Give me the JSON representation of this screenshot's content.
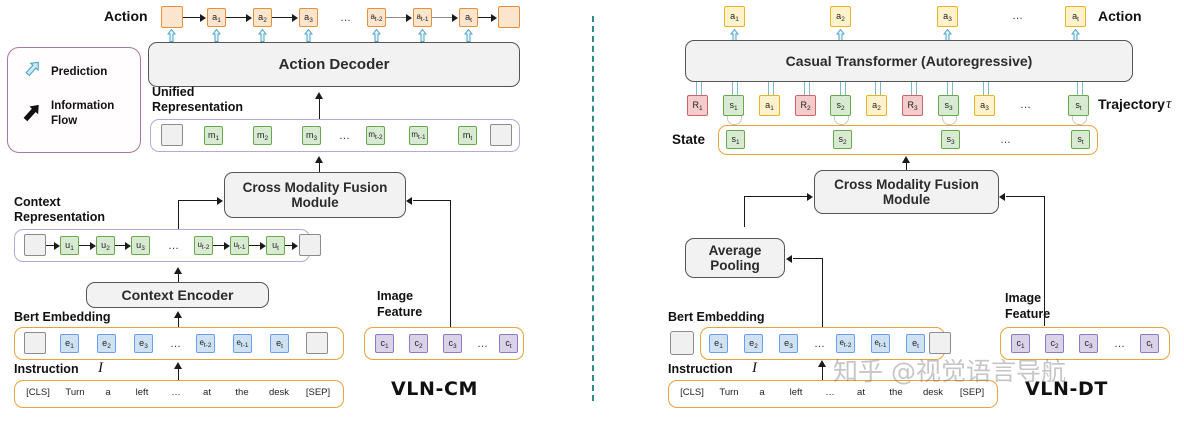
{
  "figure": {
    "title": "VLN-CM and VLN-DT architecture comparison",
    "watermark": "知乎 @视觉语言导航",
    "divider": "vertical-dashed-divider"
  },
  "legend": {
    "items": [
      {
        "icon": "prediction-arrow-icon",
        "label": "Prediction",
        "color": "#4aa3c7"
      },
      {
        "icon": "information-flow-arrow-icon",
        "label": "Information\nFlow",
        "color": "#111111"
      }
    ],
    "prediction_label": "Prediction",
    "information_flow_label_line1": "Information",
    "information_flow_label_line2": "Flow",
    "border_color": "#a9789e"
  },
  "left": {
    "model_name": "VLN-CM",
    "action_label": "Action",
    "action_tokens": [
      "",
      "a₁",
      "a₂",
      "a₃",
      "…",
      "a t-2",
      "a t-1",
      "a t",
      ""
    ],
    "action_sequence": [
      {
        "text": "",
        "sub": "",
        "type": "cap"
      },
      {
        "text": "a",
        "sub": "1",
        "type": "token"
      },
      {
        "text": "a",
        "sub": "2",
        "type": "token"
      },
      {
        "text": "a",
        "sub": "3",
        "type": "token"
      },
      {
        "text": "…",
        "sub": "",
        "type": "ellipsis"
      },
      {
        "text": "a",
        "sub": "t-2",
        "type": "token"
      },
      {
        "text": "a",
        "sub": "t-1",
        "type": "token"
      },
      {
        "text": "a",
        "sub": "t",
        "type": "token"
      },
      {
        "text": "",
        "sub": "",
        "type": "cap"
      }
    ],
    "action_decoder_label": "Action Decoder",
    "unified_label_line1": "Unified",
    "unified_label_line2": "Representation",
    "unified_sequence": [
      {
        "text": "",
        "sub": "",
        "type": "blank"
      },
      {
        "text": "m",
        "sub": "1",
        "type": "token"
      },
      {
        "text": "m",
        "sub": "2",
        "type": "token"
      },
      {
        "text": "m",
        "sub": "3",
        "type": "token"
      },
      {
        "text": "…",
        "sub": "",
        "type": "ellipsis"
      },
      {
        "text": "m",
        "sub": "t-2",
        "type": "token"
      },
      {
        "text": "m",
        "sub": "t-1",
        "type": "token"
      },
      {
        "text": "m",
        "sub": "t",
        "type": "token"
      },
      {
        "text": "",
        "sub": "",
        "type": "blank"
      }
    ],
    "fusion_label_line1": "Cross Modality Fusion",
    "fusion_label_line2": "Module",
    "context_label_line1": "Context",
    "context_label_line2": "Representation",
    "context_sequence": [
      {
        "text": "",
        "sub": "",
        "type": "blank"
      },
      {
        "text": "u",
        "sub": "1",
        "type": "token"
      },
      {
        "text": "u",
        "sub": "2",
        "type": "token"
      },
      {
        "text": "u",
        "sub": "3",
        "type": "token"
      },
      {
        "text": "…",
        "sub": "",
        "type": "ellipsis"
      },
      {
        "text": "u",
        "sub": "t-2",
        "type": "token"
      },
      {
        "text": "u",
        "sub": "t-1",
        "type": "token"
      },
      {
        "text": "u",
        "sub": "t",
        "type": "token"
      },
      {
        "text": "",
        "sub": "",
        "type": "blank"
      }
    ],
    "context_encoder_label": "Context Encoder",
    "bert_label": "Bert Embedding",
    "bert_sequence": [
      {
        "text": "",
        "sub": "",
        "type": "blank"
      },
      {
        "text": "e",
        "sub": "1",
        "type": "token"
      },
      {
        "text": "e",
        "sub": "2",
        "type": "token"
      },
      {
        "text": "e",
        "sub": "3",
        "type": "token"
      },
      {
        "text": "…",
        "sub": "",
        "type": "ellipsis"
      },
      {
        "text": "e",
        "sub": "t-2",
        "type": "token"
      },
      {
        "text": "e",
        "sub": "t-1",
        "type": "token"
      },
      {
        "text": "e",
        "sub": "t",
        "type": "token"
      },
      {
        "text": "",
        "sub": "",
        "type": "blank"
      }
    ],
    "instruction_label": "Instruction",
    "instruction_symbol": "I",
    "instruction_tokens": [
      "[CLS]",
      "Turn",
      "a",
      "left",
      "…",
      "at",
      "the",
      "desk",
      "[SEP]"
    ],
    "image_feature_line1": "Image",
    "image_feature_line2": "Feature",
    "image_sequence": [
      {
        "text": "c",
        "sub": "1",
        "type": "token"
      },
      {
        "text": "c",
        "sub": "2",
        "type": "token"
      },
      {
        "text": "c",
        "sub": "3",
        "type": "token"
      },
      {
        "text": "…",
        "sub": "",
        "type": "ellipsis"
      },
      {
        "text": "c",
        "sub": "t",
        "type": "token"
      }
    ]
  },
  "right": {
    "model_name": "VLN-DT",
    "action_label": "Action",
    "action_sequence": [
      {
        "text": "a",
        "sub": "1",
        "type": "token"
      },
      {
        "text": "a",
        "sub": "2",
        "type": "token"
      },
      {
        "text": "a",
        "sub": "3",
        "type": "token"
      },
      {
        "text": "…",
        "sub": "",
        "type": "ellipsis"
      },
      {
        "text": "a",
        "sub": "t",
        "type": "token"
      }
    ],
    "transformer_label": "Casual Transformer (Autoregressive)",
    "trajectory_label": "Trajectory",
    "trajectory_symbol": "τ",
    "trajectory_sequence": [
      {
        "text": "R",
        "sub": "1",
        "kind": "return"
      },
      {
        "text": "s",
        "sub": "1",
        "kind": "state"
      },
      {
        "text": "a",
        "sub": "1",
        "kind": "action"
      },
      {
        "text": "R",
        "sub": "2",
        "kind": "return"
      },
      {
        "text": "s",
        "sub": "2",
        "kind": "state"
      },
      {
        "text": "a",
        "sub": "2",
        "kind": "action"
      },
      {
        "text": "R",
        "sub": "3",
        "kind": "return"
      },
      {
        "text": "s",
        "sub": "3",
        "kind": "state"
      },
      {
        "text": "a",
        "sub": "3",
        "kind": "action"
      },
      {
        "text": "…",
        "sub": "",
        "kind": "ellipsis"
      },
      {
        "text": "s",
        "sub": "t",
        "kind": "state"
      }
    ],
    "state_label": "State",
    "state_sequence": [
      {
        "text": "s",
        "sub": "1",
        "type": "token"
      },
      {
        "text": "s",
        "sub": "2",
        "type": "token"
      },
      {
        "text": "s",
        "sub": "3",
        "type": "token"
      },
      {
        "text": "…",
        "sub": "",
        "type": "ellipsis"
      },
      {
        "text": "s",
        "sub": "t",
        "type": "token"
      }
    ],
    "fusion_label_line1": "Cross Modality Fusion",
    "fusion_label_line2": "Module",
    "avg_pool_line1": "Average",
    "avg_pool_line2": "Pooling",
    "bert_label": "Bert Embedding",
    "bert_sequence": [
      {
        "text": "",
        "sub": "",
        "type": "blank"
      },
      {
        "text": "e",
        "sub": "1",
        "type": "token"
      },
      {
        "text": "e",
        "sub": "2",
        "type": "token"
      },
      {
        "text": "e",
        "sub": "3",
        "type": "token"
      },
      {
        "text": "…",
        "sub": "",
        "type": "ellipsis"
      },
      {
        "text": "e",
        "sub": "t-2",
        "type": "token"
      },
      {
        "text": "e",
        "sub": "t-1",
        "type": "token"
      },
      {
        "text": "e",
        "sub": "t",
        "type": "token"
      },
      {
        "text": "",
        "sub": "",
        "type": "blank"
      }
    ],
    "instruction_label": "Instruction",
    "instruction_symbol": "I",
    "instruction_tokens": [
      "[CLS]",
      "Turn",
      "a",
      "left",
      "…",
      "at",
      "the",
      "desk",
      "[SEP]"
    ],
    "image_feature_line1": "Image",
    "image_feature_line2": "Feature",
    "image_sequence": [
      {
        "text": "c",
        "sub": "1",
        "type": "token"
      },
      {
        "text": "c",
        "sub": "2",
        "type": "token"
      },
      {
        "text": "c",
        "sub": "3",
        "type": "token"
      },
      {
        "text": "…",
        "sub": "",
        "type": "ellipsis"
      },
      {
        "text": "c",
        "sub": "t",
        "type": "token"
      }
    ]
  },
  "colors": {
    "action_orange": "#fce5cd",
    "action_orange_border": "#e69138",
    "state_green": "#d9ead3",
    "state_green_border": "#6aa84f",
    "bert_blue": "#cfe2f3",
    "bert_blue_border": "#6d9eeb",
    "image_purple": "#d9d2e9",
    "image_purple_border": "#8e7cc3",
    "return_pink": "#f4cccc",
    "return_pink_border": "#cc6666",
    "module_grey": "#f2f2f2",
    "band_orange": "#e8a33d",
    "band_purple": "#b6a9d6",
    "prediction_blue": "#4aa3c7",
    "divider_teal": "#2e8b8b"
  }
}
